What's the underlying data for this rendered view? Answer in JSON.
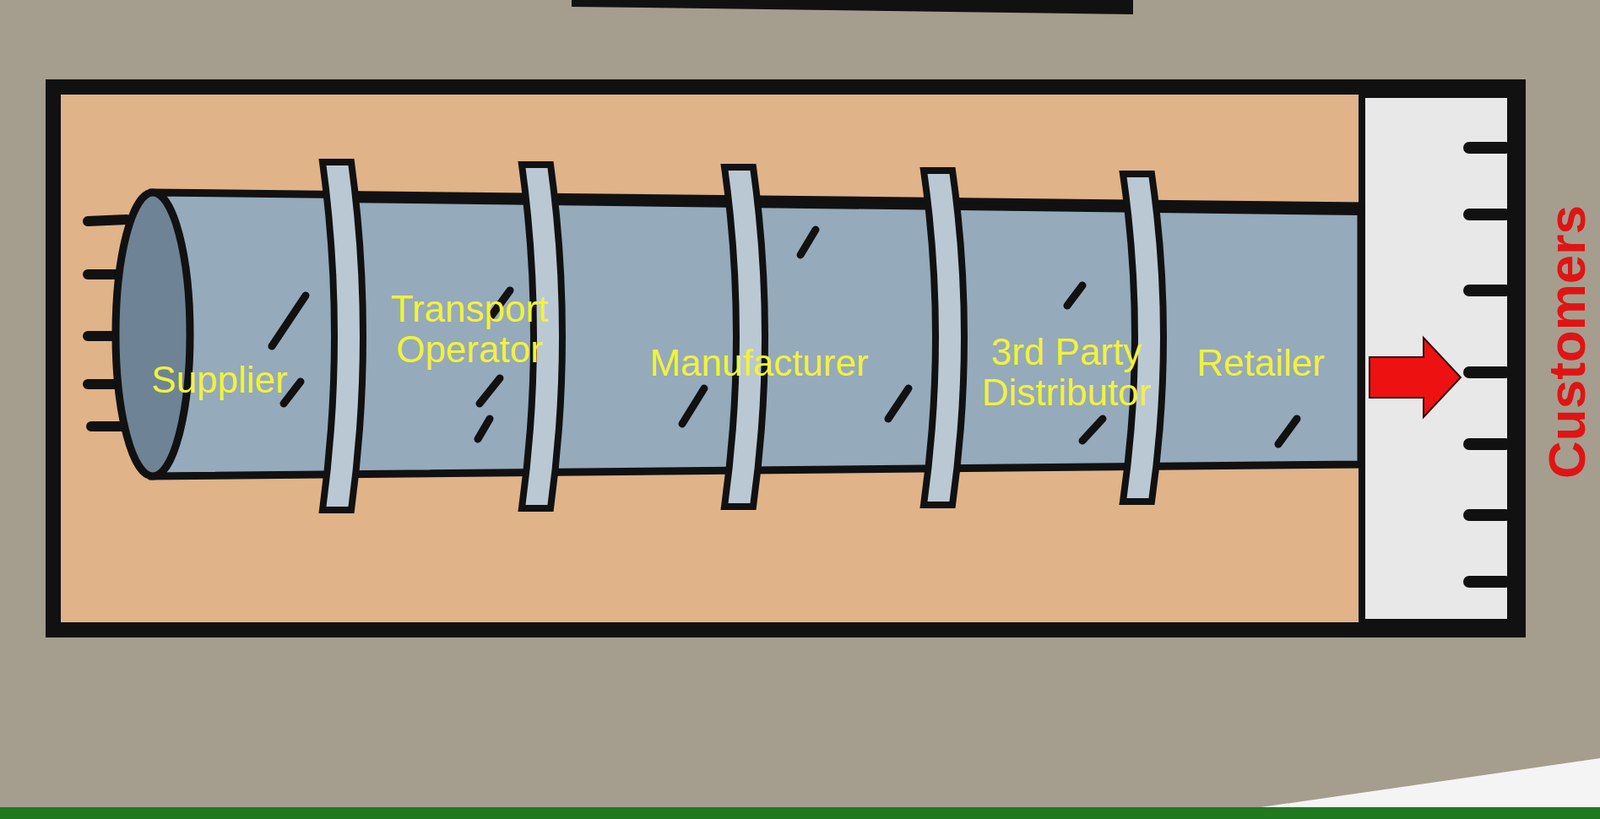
{
  "diagram": {
    "nodes": [
      {
        "text": [
          "Supplier"
        ]
      },
      {
        "text": [
          "Transport Operator"
        ]
      },
      {
        "text": [
          "Manufacturer"
        ]
      },
      {
        "text": [
          "3rd Party Distributor"
        ]
      },
      {
        "text": [
          "Retailer"
        ]
      }
    ],
    "labels": [
      "Customers"
    ]
  }
}
